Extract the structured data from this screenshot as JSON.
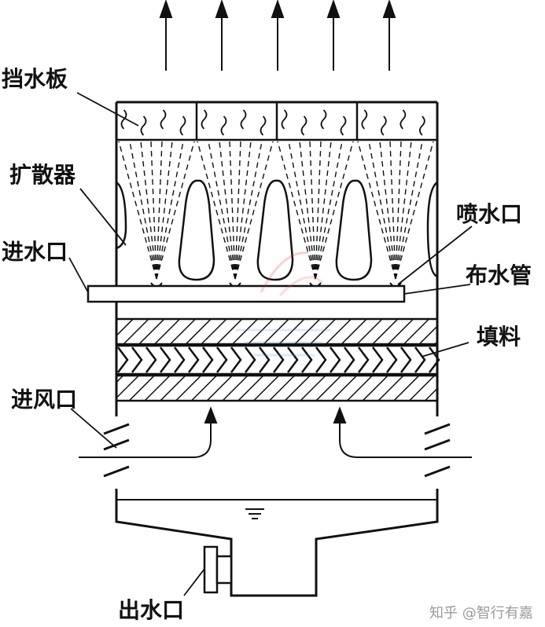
{
  "labels": {
    "eliminator": "挡水板",
    "diffuser": "扩散器",
    "water_inlet": "进水口",
    "nozzle": "喷水口",
    "distribution_pipe": "布水管",
    "fill": "填料",
    "air_inlet": "进风口",
    "water_outlet": "出水口"
  },
  "watermark": "知乎 @智行有嘉",
  "colors": {
    "line": "#111111",
    "background": "#ffffff",
    "watermark": "#9a9a9a"
  }
}
